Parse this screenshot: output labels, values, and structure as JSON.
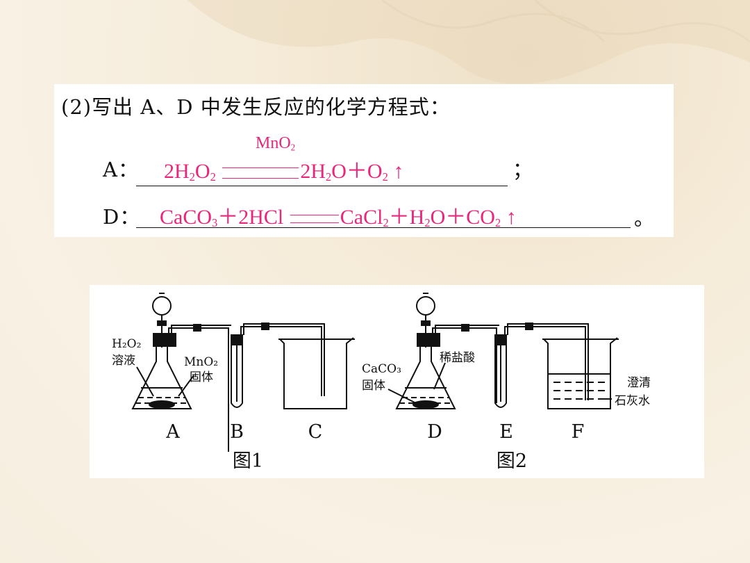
{
  "question": {
    "prompt": "(2)写出 A、D 中发生反应的化学方程式：",
    "line_a_label": "A：",
    "line_d_label": "D：",
    "end_a": "；",
    "end_d": "。",
    "eq_a": {
      "left": "2H₂O₂",
      "condition": "MnO₂",
      "right": "2H₂O＋O₂↑"
    },
    "eq_d": {
      "left": "CaCO₃＋2HCl",
      "right": "CaCl₂＋H₂O＋CO₂↑"
    }
  },
  "figure": {
    "labels_fig1": [
      "H₂O₂",
      "溶液",
      "MnO₂",
      "固体"
    ],
    "labels_fig2": [
      "CaCO₃",
      "固体",
      "稀盐酸",
      "澄清",
      "石灰水"
    ],
    "apparatus_letters": [
      "A",
      "B",
      "C",
      "D",
      "E",
      "F"
    ],
    "captions": [
      "图1",
      "图2"
    ]
  },
  "colors": {
    "answer": "#e8267a",
    "text": "#111111",
    "panel": "#ffffff"
  }
}
